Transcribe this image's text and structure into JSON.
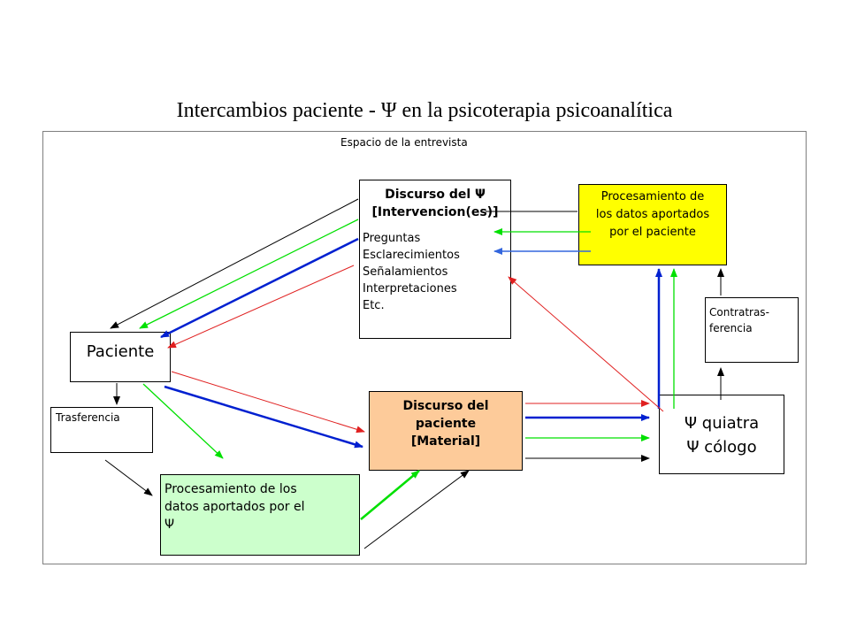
{
  "title": "Intercambios paciente - Ψ en la psicoterapia psicoanalítica",
  "frame_label": "Espacio de la entrevista",
  "discurso_psi": {
    "title_line1": "Discurso del  Ψ",
    "title_line2": "[Intervencion(es)]",
    "items": [
      "Preguntas",
      "Esclarecimientos",
      "Señalamientos",
      "Interpretaciones",
      "Etc."
    ]
  },
  "procesamiento_paciente": {
    "line1": "Procesamiento de",
    "line2": "los datos aportados",
    "line3": "por el paciente"
  },
  "paciente": {
    "label": "Paciente"
  },
  "trasferencia": {
    "label": "Trasferencia"
  },
  "discurso_paciente": {
    "line1": "Discurso del",
    "line2": "paciente",
    "line3": "[Material]"
  },
  "contratrasferencia": {
    "line1": "Contratras-",
    "line2": "ferencia"
  },
  "psiquiatra": {
    "line1": "Ψ quiatra",
    "line2": "Ψ cólogo"
  },
  "procesamiento_psi": {
    "line1": "Procesamiento de los",
    "line2": "datos aportados por el",
    "line3": "Ψ"
  },
  "colors": {
    "black": "#000000",
    "green": "#00e000",
    "blue": "#0020d0",
    "red": "#e02020",
    "blue_light": "#3366dd",
    "yellow_box": "#ffff00",
    "orange_box": "#fdcb9a",
    "green_box": "#ccffcc"
  }
}
